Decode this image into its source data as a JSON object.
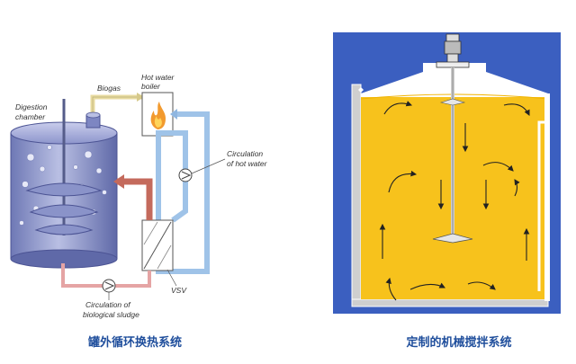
{
  "left_diagram": {
    "labels": {
      "digestion_chamber_line1": "Digestion",
      "digestion_chamber_line2": "chamber",
      "biogas": "Biogas",
      "hot_water_boiler_line1": "Hot water",
      "hot_water_boiler_line2": "boiler",
      "circulation_hot_water_line1": "Circulation",
      "circulation_hot_water_line2": "of hot water",
      "vsv": "VSV",
      "circulation_sludge_line1": "Circulation of",
      "circulation_sludge_line2": "biological sludge"
    },
    "caption": "罐外循环换热系统"
  },
  "right_diagram": {
    "caption": "定制的机械搅拌系统"
  },
  "colors": {
    "caption": "#1f4e9c",
    "tank_blue": "#3b5fc0",
    "fill_yellow": "#f7c21c",
    "hot_pipe": "#d9857a",
    "cold_pipe": "#9fc3e8",
    "biogas_pipe": "#e8dba0",
    "chamber": "#8a93c9"
  },
  "icons": [
    "flame-icon",
    "pump-icon",
    "heat-exchanger-icon",
    "mixer-motor-icon",
    "agitator-impeller-icon"
  ]
}
